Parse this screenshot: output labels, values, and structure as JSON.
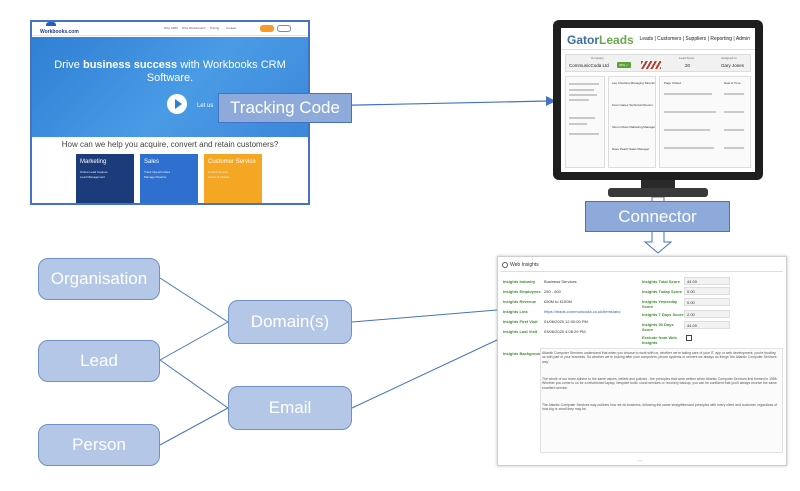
{
  "labels": {
    "tracking_code": "Tracking Code",
    "connector": "Connector",
    "organisation": "Organisation",
    "lead": "Lead",
    "person": "Person",
    "domains": "Domain(s)",
    "email": "Email"
  },
  "website": {
    "logo": "Workbooks.com",
    "nav": [
      "Why CRM",
      "Why Workbooks?",
      "Pricing",
      "Contact"
    ],
    "hero_title_prefix": "Drive ",
    "hero_title_bold": "business success",
    "hero_title_suffix": " with Workbooks CRM Software.",
    "learn_more": "Let us",
    "question": "How can we help you acquire, convert and retain customers?",
    "cards": [
      {
        "title": "Marketing",
        "color": "#1c3b7a",
        "lines": [
          "Online Lead Capture",
          "Lead Management"
        ]
      },
      {
        "title": "Sales",
        "color": "#2f6fcf",
        "lines": [
          "Track Opportunities",
          "Manage Pipeline"
        ]
      },
      {
        "title": "Customer Service",
        "color": "#f5a623",
        "lines": [
          "Unified Service",
          "Cases & Tickets"
        ]
      }
    ]
  },
  "gatorleads": {
    "logo_a": "Gator",
    "logo_b": "Leads",
    "nav": "Leads | Customers | Suppliers | Reporting | Admin",
    "strip_labels": [
      "Company",
      "Lead Score",
      "Assigned to"
    ],
    "company": "CommunicCoda Ltd",
    "badge": "20% ✓",
    "score": "20",
    "assigned": "Gary Jones",
    "contacts": [
      "Lee Chorlans Managing Director",
      "Kevin Gates Technical Director",
      "Simon Moss Marketing Manager",
      "Dave Peach Sales Manager"
    ],
    "pages_heading": "Page Visited",
    "time_heading": "Date & Time"
  },
  "insights": {
    "title": "Web Insights",
    "left_fields": [
      {
        "label": "Insights Industry",
        "value": "Business Services"
      },
      {
        "label": "Insights Employees",
        "value": "250 - 500"
      },
      {
        "label": "Insights Revenue",
        "value": "£50M to £100M"
      },
      {
        "label": "Insights Link",
        "value": "https://leads.communicoda.co.uk/items/abc"
      },
      {
        "label": "Insights First Visit",
        "value": "01/06/2020 12:00:00 PM"
      },
      {
        "label": "Insights Last Visit",
        "value": "03/06/2020 4:06:29 PM"
      }
    ],
    "right_fields": [
      {
        "label": "Insights Total Score",
        "value": "44.00"
      },
      {
        "label": "Insights Today Score",
        "value": "0.00"
      },
      {
        "label": "Insights Yesterday Score",
        "value": "0.00"
      },
      {
        "label": "Insights 7 Days Score",
        "value": "2.00"
      },
      {
        "label": "Insights 30 Days Score",
        "value": "44.00"
      },
      {
        "label": "Exclude from Web Insights",
        "value": ""
      }
    ],
    "background_label": "Insights Background",
    "paragraphs": [
      "Atlantic Computer Services understand that when you choose to work with us, whether we're taking care of your IT, app or web development, you're trusting us with part of your business. So whether we're looking after your computers, phone systems or servers we always do things 'the Atlantic Computer Services way'.",
      "The whole of our team adhere to the same values, beliefs and policies - the principles that were written when Atlantic Computer Services first formed in 1985. Whether you come to us for a refurbished laptop, bespoke build, cloud services or recovery backup, you can be confident that you'll always receive the same excellent service.",
      "The Atlantic Computer Services way outlines how we do business, following the same straightforward principles with every client and customer, regardless of how big or small they may be."
    ],
    "dots": "..."
  },
  "colors": {
    "box_fill": "#b4c7e7",
    "box_border": "#6f8fc7",
    "accent": "#4472c4",
    "arrow": "#4472c4"
  }
}
